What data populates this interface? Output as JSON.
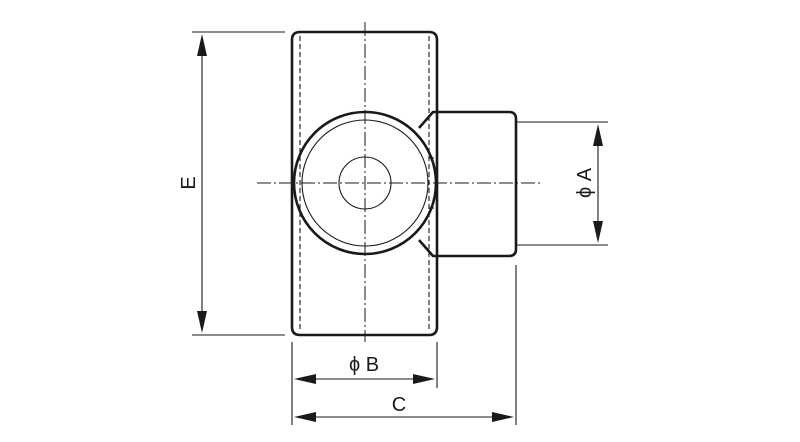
{
  "diagram": {
    "labels": {
      "dim_E": "E",
      "dim_A": "ϕ A",
      "dim_B": "ϕ B",
      "dim_C": "C"
    }
  }
}
